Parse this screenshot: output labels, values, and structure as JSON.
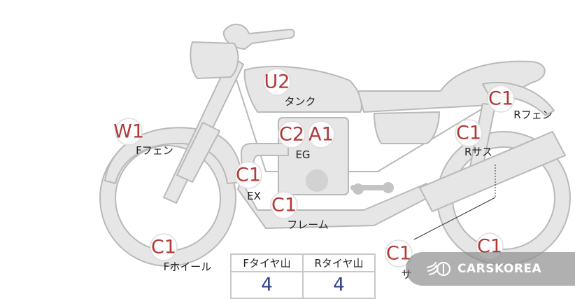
{
  "badges": [
    {
      "id": "tank-grade",
      "code": "U2",
      "label": "タンク"
    },
    {
      "id": "engine-grade-1",
      "code": "C2",
      "label": ""
    },
    {
      "id": "engine-grade-2",
      "code": "A1",
      "label": "EG"
    },
    {
      "id": "front-fender-grade",
      "code": "W1",
      "label": "Fフェン"
    },
    {
      "id": "exhaust-grade",
      "code": "C1",
      "label": "EX"
    },
    {
      "id": "frame-grade",
      "code": "C1",
      "label": "フレーム"
    },
    {
      "id": "front-wheel-grade",
      "code": "C1",
      "label": "Fホイール"
    },
    {
      "id": "rear-fender-grade",
      "code": "C1",
      "label": "Rフェン"
    },
    {
      "id": "rear-suspension-grade",
      "code": "C1",
      "label": "Rサス"
    },
    {
      "id": "side-grade",
      "code": "C1",
      "label": "サ"
    },
    {
      "id": "rear-wheel-grade",
      "code": "C1",
      "label": ""
    }
  ],
  "tread_table": {
    "headers": [
      "Fタイヤ山",
      "Rタイヤ山"
    ],
    "values": [
      "4",
      "4"
    ]
  },
  "watermark": {
    "text": "CARSKOREA",
    "icon": "flame-logo-icon"
  }
}
